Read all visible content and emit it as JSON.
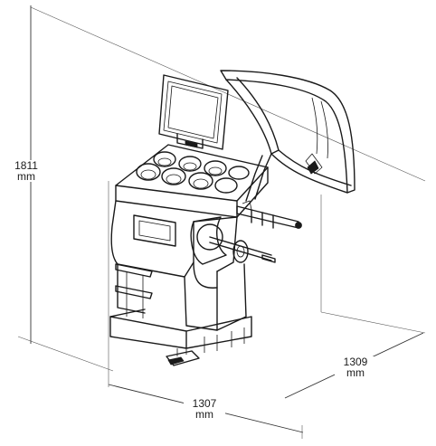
{
  "dimensions": {
    "height": {
      "value": "1811",
      "unit": "mm"
    },
    "width": {
      "value": "1307",
      "unit": "mm"
    },
    "depth": {
      "value": "1309",
      "unit": "mm"
    }
  },
  "colors": {
    "line": "#1a1a1a",
    "background": "#ffffff"
  }
}
